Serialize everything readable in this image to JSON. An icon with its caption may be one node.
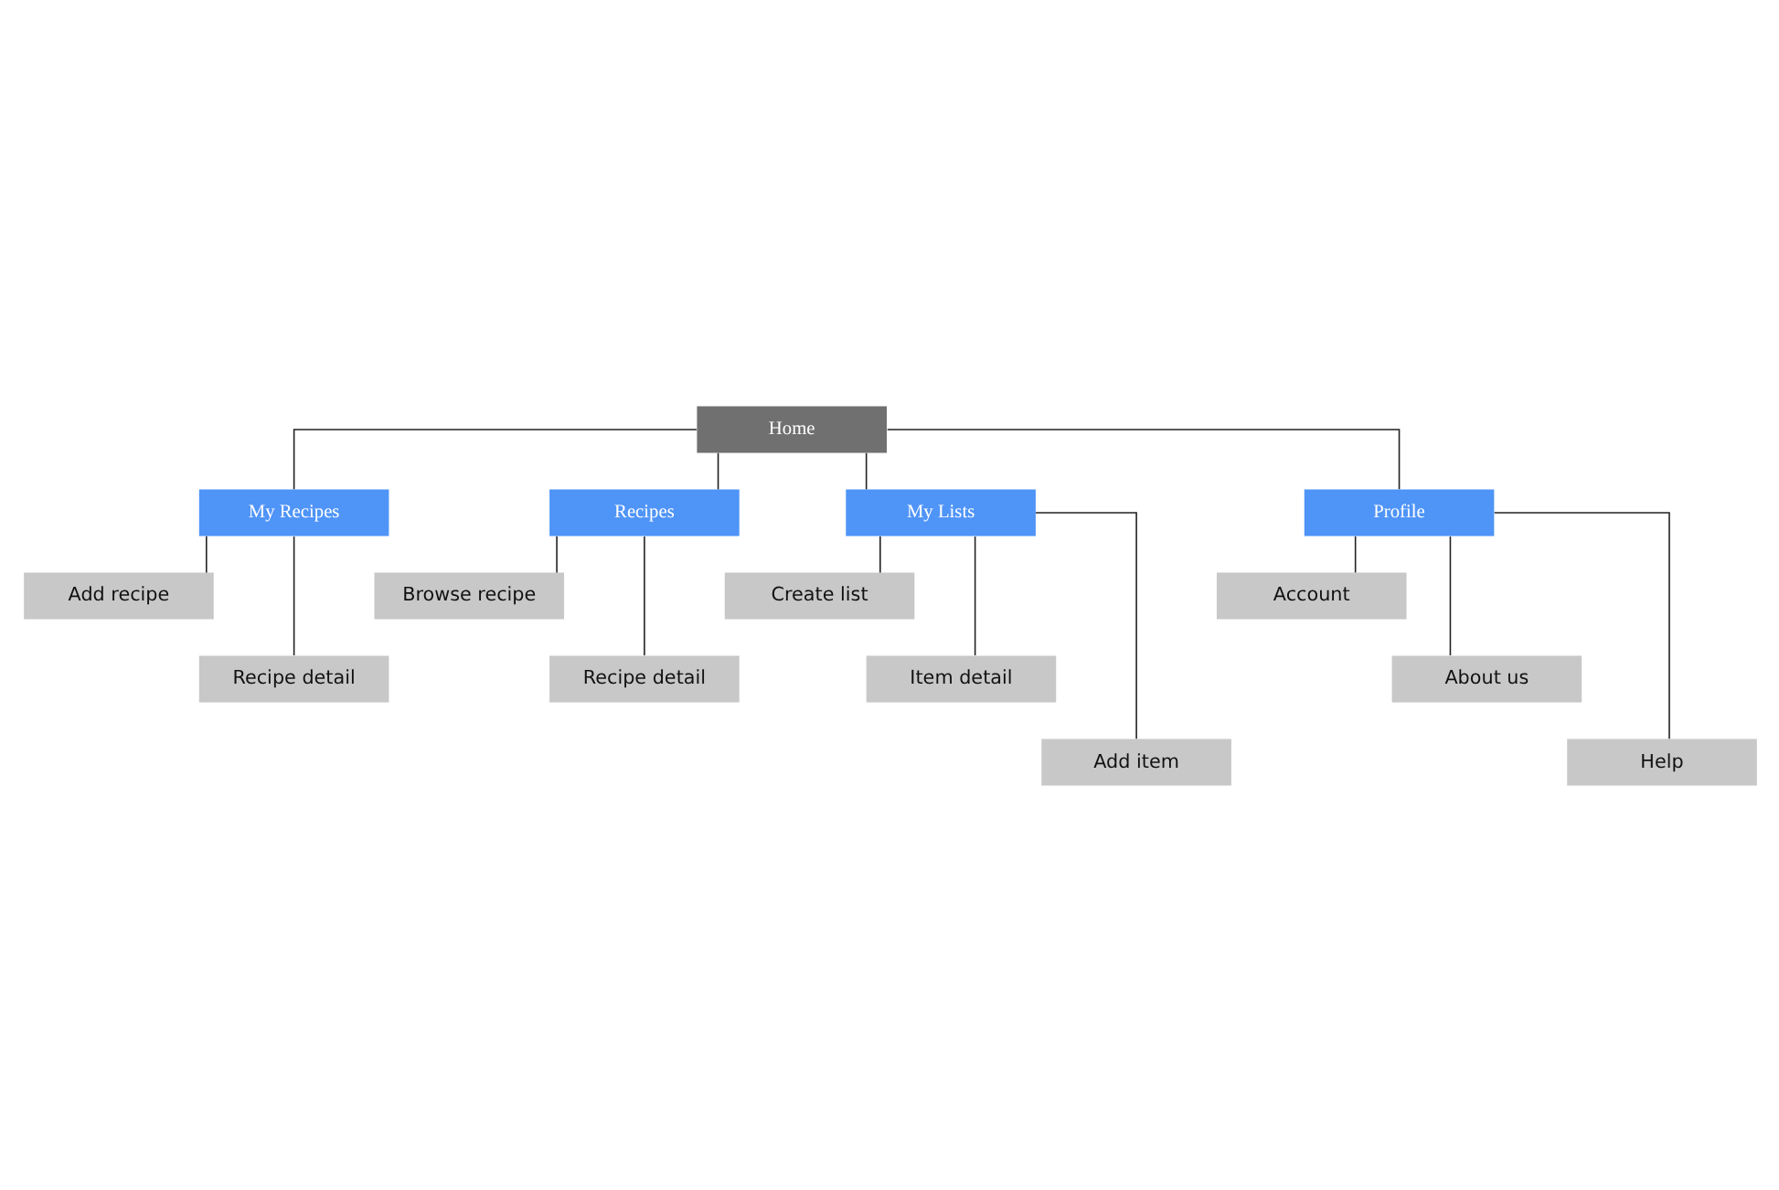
{
  "diagram": {
    "nodes": [
      {
        "text": [
          "Home"
        ]
      },
      {
        "text": [
          "My Recipes"
        ]
      },
      {
        "text": [
          "Recipes"
        ]
      },
      {
        "text": [
          "My Lists"
        ]
      },
      {
        "text": [
          "Profile"
        ]
      },
      {
        "text": [
          "Add recipe"
        ]
      },
      {
        "text": [
          "Recipe detail"
        ]
      },
      {
        "text": [
          "Browse recipe"
        ]
      },
      {
        "text": [
          "Recipe detail"
        ]
      },
      {
        "text": [
          "Create list"
        ]
      },
      {
        "text": [
          "Item detail"
        ]
      },
      {
        "text": [
          "Add item"
        ]
      },
      {
        "text": [
          "Account"
        ]
      },
      {
        "text": [
          "About us"
        ]
      },
      {
        "text": [
          "Help"
        ]
      }
    ],
    "edges": [
      {
        "from": 0,
        "to": 1,
        "arrow": "none"
      },
      {
        "from": 0,
        "to": 2,
        "arrow": "none"
      },
      {
        "from": 0,
        "to": 3,
        "arrow": "none"
      },
      {
        "from": 0,
        "to": 4,
        "arrow": "none"
      },
      {
        "from": 1,
        "to": 5,
        "arrow": "none"
      },
      {
        "from": 1,
        "to": 6,
        "arrow": "none"
      },
      {
        "from": 2,
        "to": 7,
        "arrow": "none"
      },
      {
        "from": 2,
        "to": 8,
        "arrow": "none"
      },
      {
        "from": 3,
        "to": 9,
        "arrow": "none"
      },
      {
        "from": 3,
        "to": 10,
        "arrow": "none"
      },
      {
        "from": 3,
        "to": 11,
        "arrow": "none"
      },
      {
        "from": 4,
        "to": 12,
        "arrow": "none"
      },
      {
        "from": 4,
        "to": 13,
        "arrow": "none"
      },
      {
        "from": 4,
        "to": 14,
        "arrow": "none"
      }
    ]
  }
}
